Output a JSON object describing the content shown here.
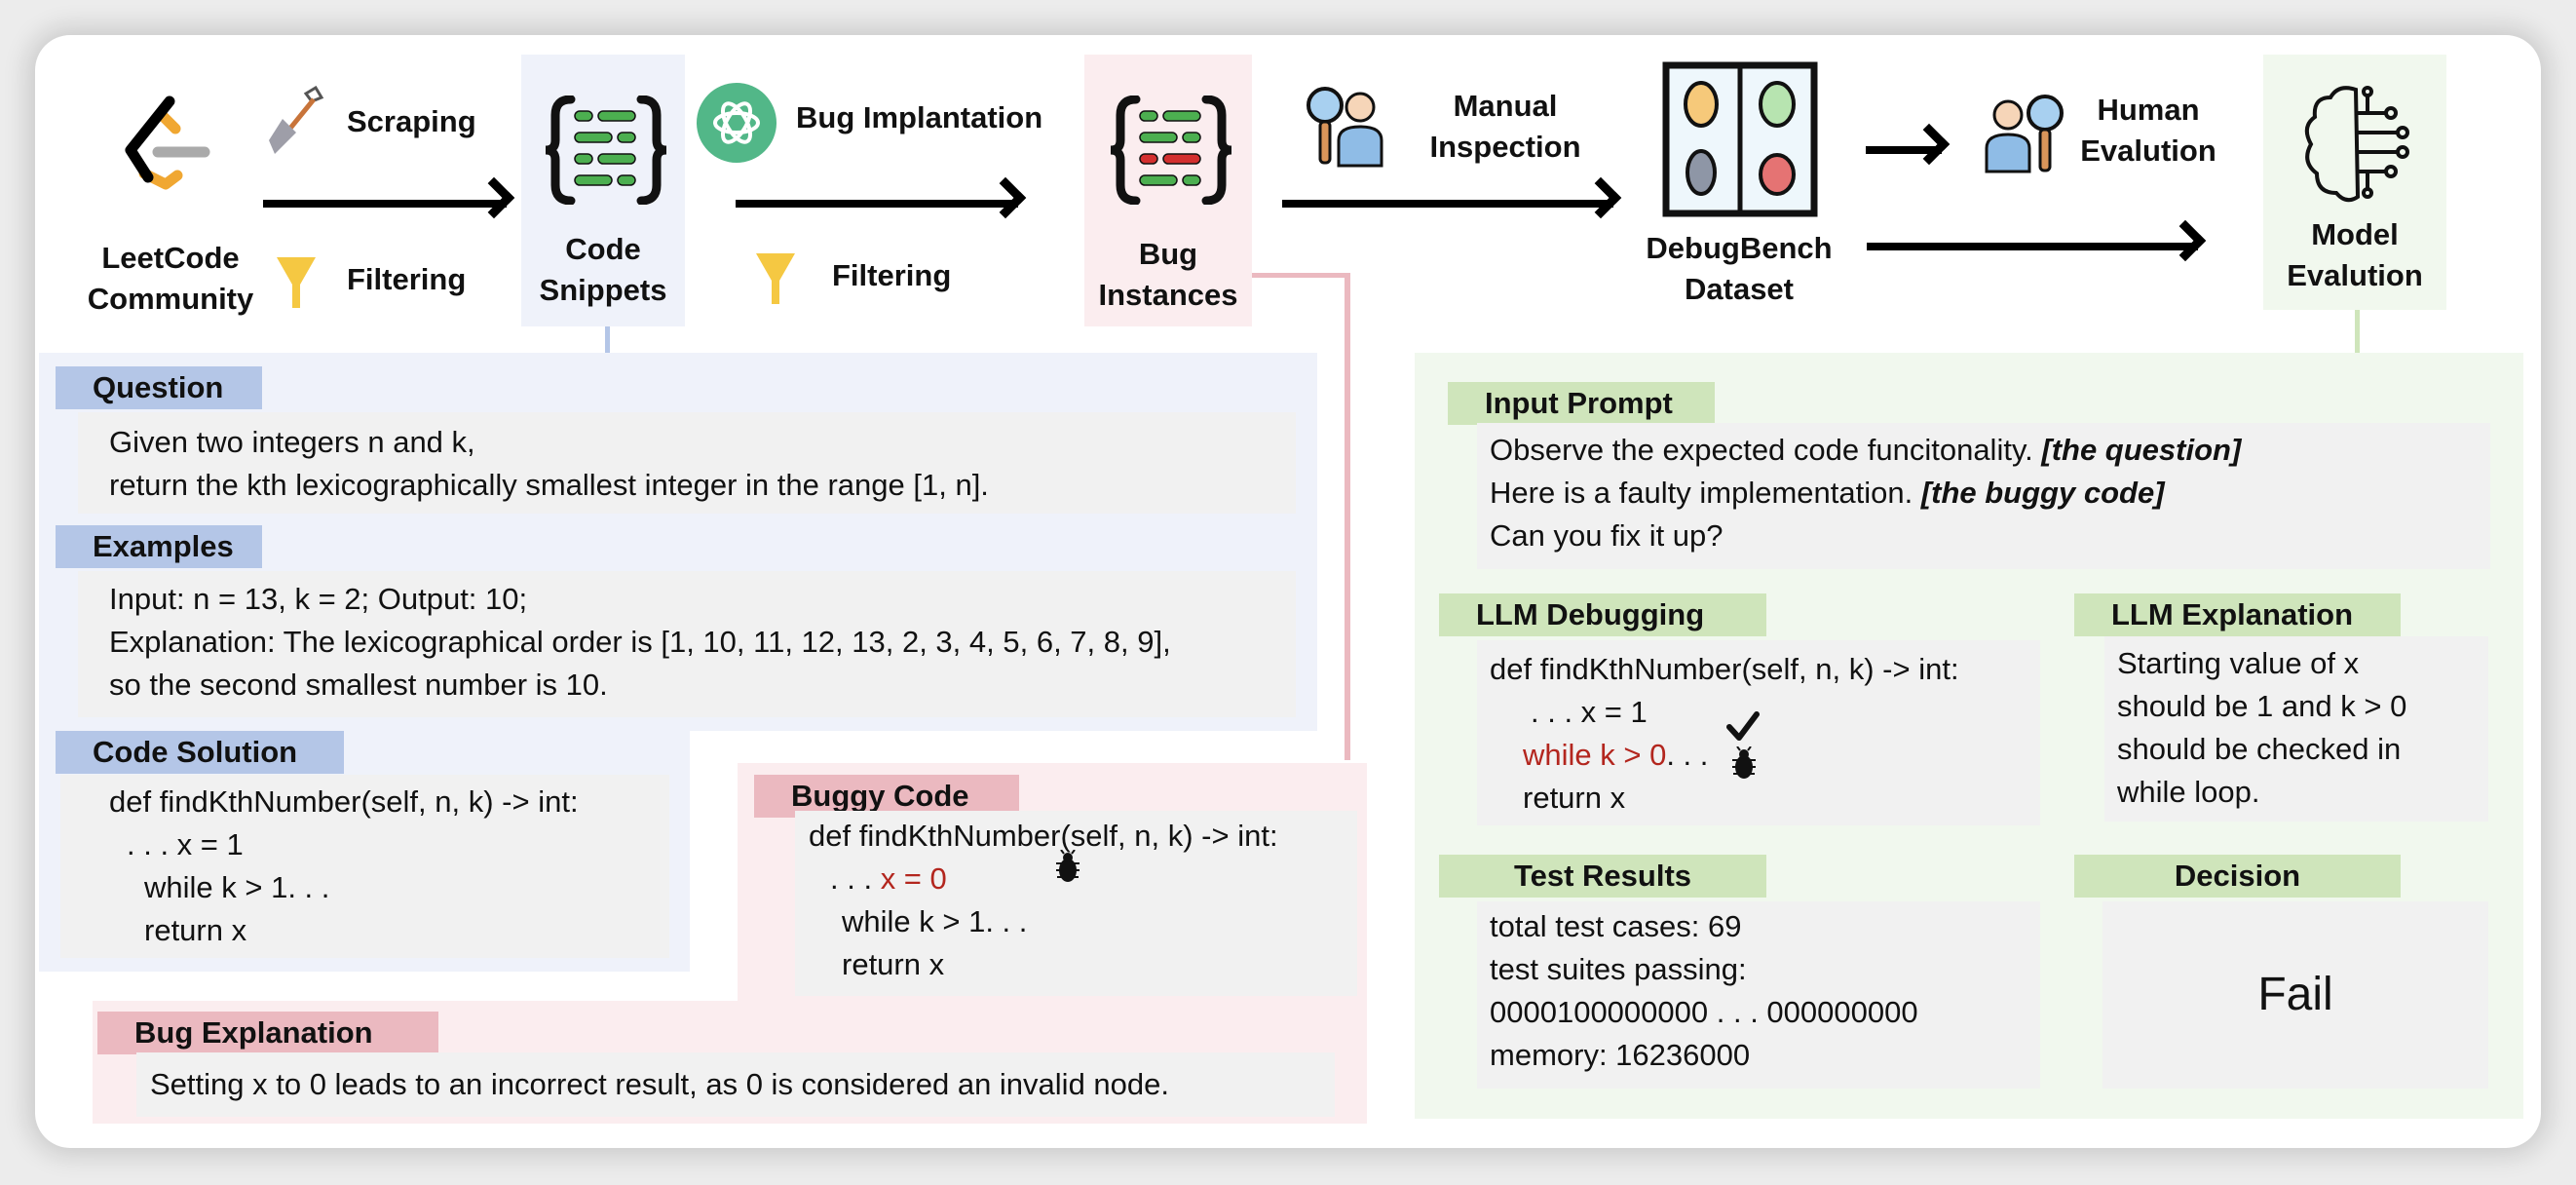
{
  "pipeline": {
    "source": {
      "label_line1": "LeetCode",
      "label_line2": "Community",
      "icon": "leetcode-logo-icon"
    },
    "step1": {
      "top": "Scraping",
      "top_icon": "shovel-icon",
      "bottom": "Filtering",
      "bottom_icon": "funnel-icon"
    },
    "snippets": {
      "label_line1": "Code",
      "label_line2": "Snippets",
      "icon": "code-braces-icon"
    },
    "step2": {
      "top": "Bug Implantation",
      "top_icon": "openai-logo-icon",
      "bottom": "Filtering",
      "bottom_icon": "funnel-icon"
    },
    "instances": {
      "label_line1": "Bug",
      "label_line2": "Instances",
      "icon": "buggy-code-braces-icon"
    },
    "step3": {
      "label_line1": "Manual",
      "label_line2": "Inspection",
      "icon": "inspector-icon"
    },
    "dataset": {
      "label_line1": "DebugBench",
      "label_line2": "Dataset",
      "icon": "bug-grid-icon"
    },
    "step4": {
      "label_line1": "Human",
      "label_line2": "Evalution",
      "icon": "human-evaluator-icon"
    },
    "model_eval": {
      "label_line1": "Model",
      "label_line2": "Evalution",
      "icon": "ai-brain-icon"
    }
  },
  "colors": {
    "blue_panel": "#eff2fa",
    "blue_tag": "#b4c6e7",
    "pink_panel": "#fbedef",
    "pink_tag": "#ebb9c0",
    "green_panel": "#f1f8ee",
    "green_tag": "#cfe5bb",
    "bug_red": "#b3261e"
  },
  "question": {
    "title": "Question",
    "lines": [
      "Given two integers n and k,",
      "return the kth lexicographically smallest integer in the range [1, n]."
    ]
  },
  "examples": {
    "title": "Examples",
    "lines": [
      "Input: n = 13, k = 2; Output: 10;",
      "Explanation: The lexicographical order is [1, 10, 11, 12, 13, 2, 3, 4, 5, 6, 7, 8, 9],",
      "so the second smallest number is 10."
    ]
  },
  "code_solution": {
    "title": "Code Solution",
    "lines": [
      "def findKthNumber(self, n, k) -> int:",
      ". . . x = 1",
      "while k > 1. . .",
      "return x"
    ]
  },
  "buggy_code": {
    "title": "Buggy Code",
    "line1": "def findKthNumber(self, n, k) -> int:",
    "line2_prefix": ". . . ",
    "line2_bug": "x = 0",
    "line3": "while k > 1. . .",
    "line4": "return x"
  },
  "bug_explanation": {
    "title": "Bug Explanation",
    "text": "Setting x to 0 leads to an incorrect result, as 0 is considered an invalid node."
  },
  "input_prompt": {
    "title": "Input Prompt",
    "line1_text": "Observe the expected code funcitonality. ",
    "line1_em": "[the question]",
    "line2_text": "Here is a faulty implementation. ",
    "line2_em": "[the buggy code]",
    "line3_text": "Can you fix it up?"
  },
  "llm_debugging": {
    "title": "LLM Debugging",
    "line1": "def findKthNumber(self, n, k) -> int:",
    "line2": ". . . x = 1",
    "line3_bug": "while k > 0",
    "line3_suffix": ". . .",
    "line4": "return x"
  },
  "llm_explanation": {
    "title": "LLM Explanation",
    "lines": [
      "Starting value of x",
      "should be 1 and k > 0",
      "should be checked in",
      "while loop."
    ]
  },
  "test_results": {
    "title": "Test Results",
    "lines": [
      "total test cases: 69",
      "test suites passing:",
      "0000100000000 . . . 000000000",
      "memory: 16236000"
    ]
  },
  "decision": {
    "title": "Decision",
    "value": "Fail"
  }
}
